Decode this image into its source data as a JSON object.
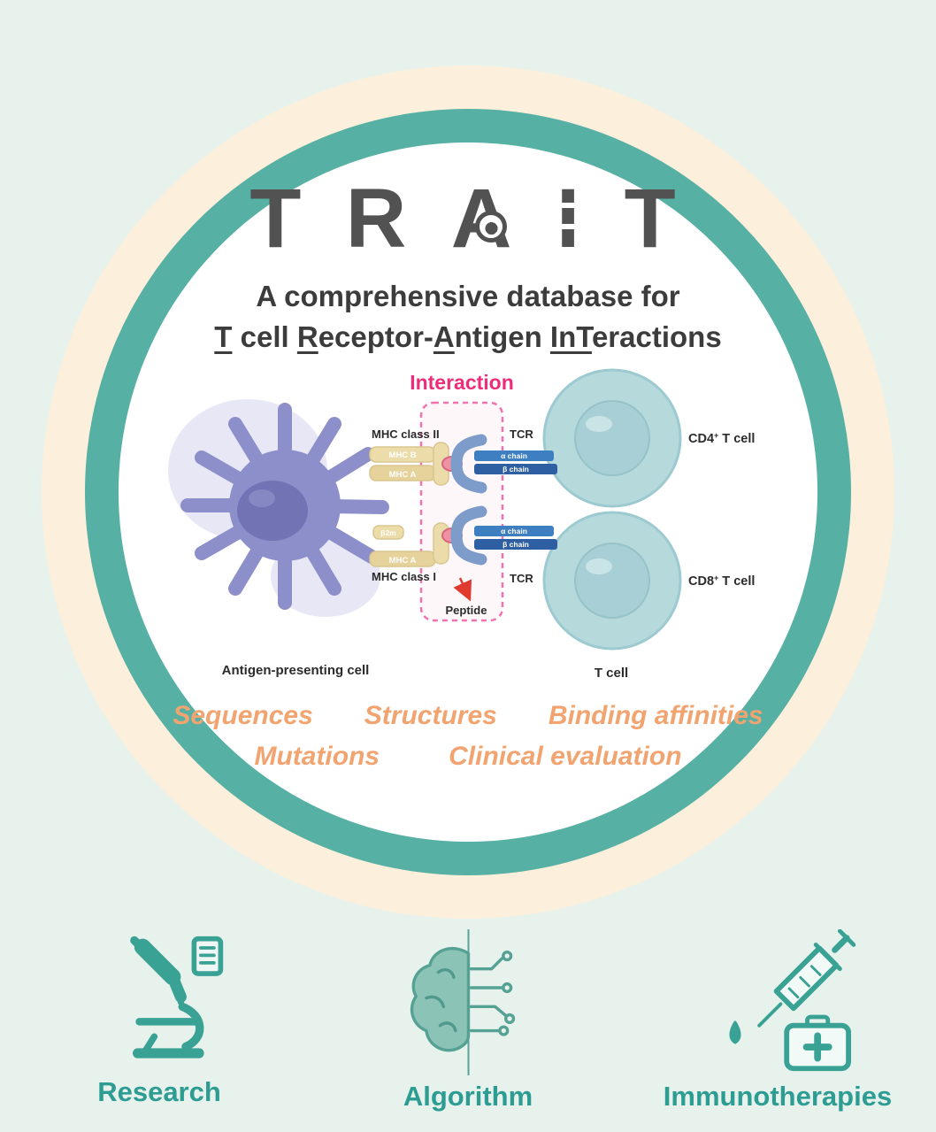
{
  "colors": {
    "page_bg": "#e7f2ec",
    "cream_halo": "#fcefdb",
    "teal_ring": "#57b0a4",
    "logo_gray": "#525252",
    "interaction_pink": "#ee2d7a",
    "keyword_orange": "#f2a470",
    "footer_teal": "#2d9c93",
    "apc_purple": "#8d8fca",
    "tcell_teal": "#b6d9dc",
    "mhc_tan": "#ecdca9",
    "alpha_chain_blue": "#3e7fc1",
    "beta_chain_blue": "#2e5fa3"
  },
  "logo": {
    "letters": [
      "T",
      "R",
      "A",
      "I",
      "T"
    ]
  },
  "heading": {
    "line1": "A comprehensive database for",
    "line2_parts": [
      {
        "text": "T",
        "u": true
      },
      {
        "text": " cell ",
        "u": false
      },
      {
        "text": "R",
        "u": true
      },
      {
        "text": "eceptor-",
        "u": false
      },
      {
        "text": "A",
        "u": true
      },
      {
        "text": "ntigen ",
        "u": false
      },
      {
        "text": "InT",
        "u": true
      },
      {
        "text": "eractions",
        "u": false
      }
    ]
  },
  "diagram": {
    "interaction": "Interaction",
    "mhc_class_ii": "MHC class II",
    "mhc_b": "MHC B",
    "mhc_a_top": "MHC A",
    "tcr_top": "TCR",
    "alpha_top": "α chain",
    "beta_top": "β chain",
    "cd4_base": "CD4",
    "cd4_sup": "+",
    "cd4_rest": " T cell",
    "b2m": "β2m",
    "mhc_a_bottom": "MHC A",
    "mhc_class_i": "MHC class I",
    "alpha_bottom": "α chain",
    "beta_bottom": "β chain",
    "tcr_bottom": "TCR",
    "peptide": "Peptide",
    "cd8_base": "CD8",
    "cd8_sup": "+",
    "cd8_rest": " T cell",
    "apc": "Antigen-presenting cell",
    "t_cell": "T cell"
  },
  "keywords": {
    "row1": [
      "Sequences",
      "Structures",
      "Binding affinities"
    ],
    "row2": [
      "Mutations",
      "Clinical evaluation"
    ]
  },
  "footer": {
    "items": [
      {
        "label": "Research",
        "icon": "microscope-icon"
      },
      {
        "label": "Algorithm",
        "icon": "brain-circuit-icon"
      },
      {
        "label": "Immunotherapies",
        "icon": "syringe-icon"
      }
    ]
  }
}
